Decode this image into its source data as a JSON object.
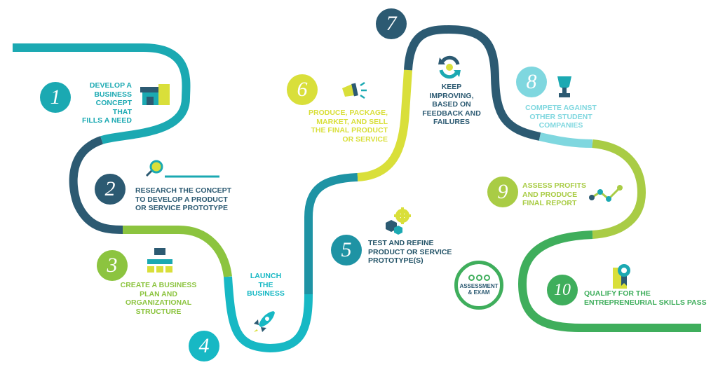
{
  "steps": [
    {
      "num": "1",
      "label_lines": [
        "DEVELOP A",
        "BUSINESS",
        "CONCEPT THAT",
        "FILLS A NEED"
      ]
    },
    {
      "num": "2",
      "label_lines": [
        "RESEARCH THE CONCEPT",
        "TO DEVELOP A PRODUCT",
        "OR SERVICE PROTOTYPE"
      ]
    },
    {
      "num": "3",
      "label_lines": [
        "CREATE A BUSINESS",
        "PLAN AND",
        "ORGANIZATIONAL",
        "STRUCTURE"
      ]
    },
    {
      "num": "4",
      "label_lines": [
        "LAUNCH",
        "THE",
        "BUSINESS"
      ]
    },
    {
      "num": "5",
      "label_lines": [
        "TEST AND REFINE",
        "PRODUCT OR SERVICE",
        "PROTOTYPE(S)"
      ]
    },
    {
      "num": "6",
      "label_lines": [
        "PRODUCE, PACKAGE,",
        "MARKET, AND SELL",
        "THE FINAL PRODUCT",
        "OR SERVICE"
      ]
    },
    {
      "num": "7",
      "label_lines": [
        "KEEP",
        "IMPROVING,",
        "BASED ON",
        "FEEDBACK AND",
        "FAILURES"
      ]
    },
    {
      "num": "8",
      "label_lines": [
        "COMPETE AGAINST",
        "OTHER STUDENT",
        "COMPANIES"
      ]
    },
    {
      "num": "9",
      "label_lines": [
        "ASSESS PROFITS",
        "AND PRODUCE",
        "FINAL REPORT"
      ]
    },
    {
      "num": "10",
      "label_lines": [
        "QUALIFY FOR THE",
        "ENTREPRENEURIAL SKILLS PASS"
      ]
    }
  ],
  "badge": {
    "line1": "ASSESSMENT",
    "line2": "& EXAM"
  },
  "colors": {
    "teal": "#1ba9b2",
    "navy": "#2c5a72",
    "green": "#8cc43f",
    "cyan": "#17b8c4",
    "yellow": "#d9df3a",
    "light_blue": "#7fd7df",
    "lime": "#a9cc45",
    "dark_green": "#3fae5c"
  }
}
